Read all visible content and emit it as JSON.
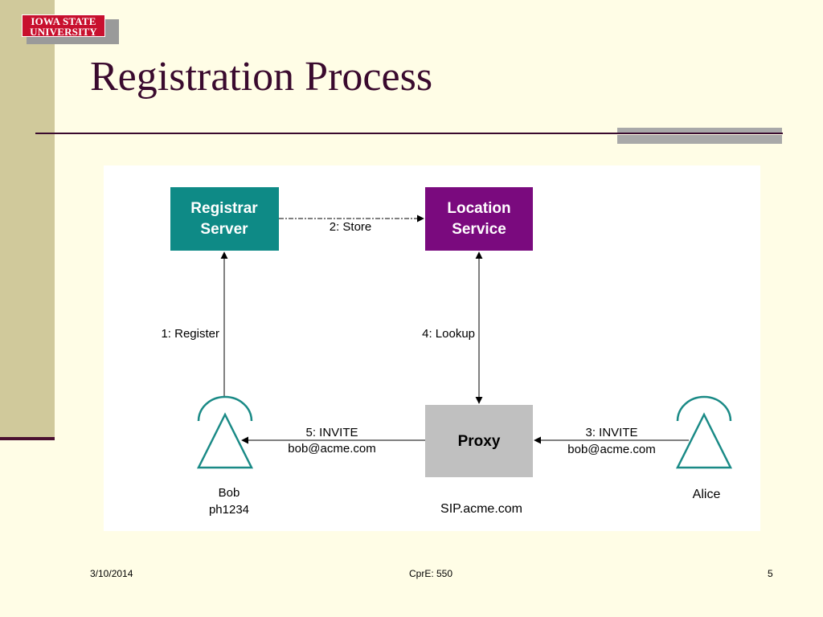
{
  "logo": {
    "line1": "IOWA STATE",
    "line2": "UNIVERSITY"
  },
  "slide": {
    "title": "Registration Process"
  },
  "diagram": {
    "registrar": {
      "line1": "Registrar",
      "line2": "Server",
      "color": "#0e8a86"
    },
    "location": {
      "line1": "Location",
      "line2": "Service",
      "color": "#7a0a7e"
    },
    "proxy": {
      "label": "Proxy",
      "color": "#c0c0c0",
      "domain": "SIP.acme.com"
    },
    "edges": {
      "store": "2: Store",
      "register": "1: Register",
      "lookup": "4: Lookup",
      "invite_bob_line1": "5: INVITE",
      "invite_bob_line2": "bob@acme.com",
      "invite_alice_line1": "3: INVITE",
      "invite_alice_line2": "bob@acme.com"
    },
    "bob": {
      "line1": "Bob",
      "line2": "ph1234"
    },
    "alice": {
      "name": "Alice"
    },
    "phone_color": "#1a8a86"
  },
  "footer": {
    "date": "3/10/2014",
    "course": "CprE: 550",
    "page": "5"
  }
}
